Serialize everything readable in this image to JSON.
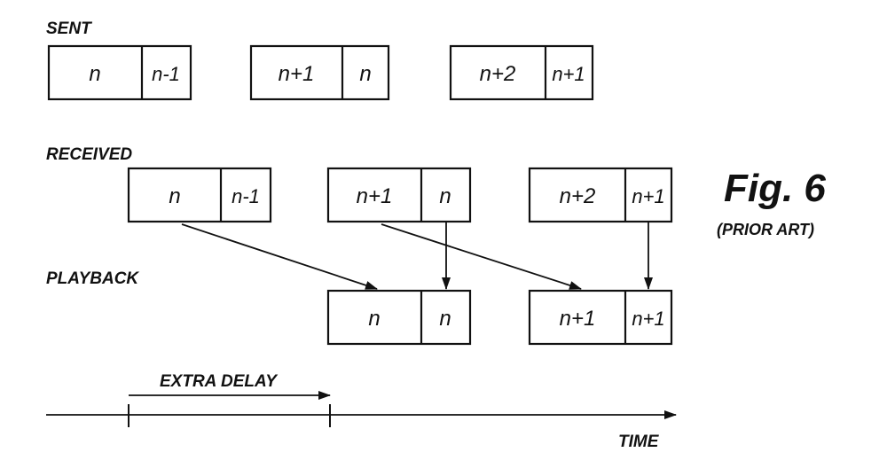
{
  "rows": {
    "sent": "SENT",
    "received": "RECEIVED",
    "playback": "PLAYBACK"
  },
  "sent_packets": [
    {
      "main": "n",
      "prev": "n-1"
    },
    {
      "main": "n+1",
      "prev": "n"
    },
    {
      "main": "n+2",
      "prev": "n+1"
    }
  ],
  "received_packets": [
    {
      "main": "n",
      "prev": "n-1"
    },
    {
      "main": "n+1",
      "prev": "n"
    },
    {
      "main": "n+2",
      "prev": "n+1"
    }
  ],
  "playback_packets": [
    {
      "main": "n",
      "prev": "n"
    },
    {
      "main": "n+1",
      "prev": "n+1"
    }
  ],
  "figure": {
    "title": "Fig. 6",
    "subtitle": "(PRIOR ART)"
  },
  "timeline": {
    "extra_delay": "EXTRA DELAY",
    "time": "TIME"
  }
}
